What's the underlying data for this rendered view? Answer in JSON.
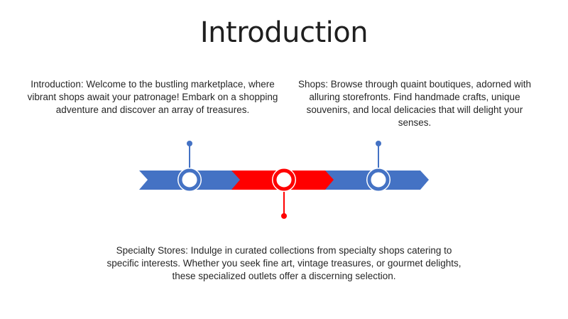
{
  "slide": {
    "title": "Introduction"
  },
  "timeline": {
    "colors": {
      "blue": "#4472c4",
      "red": "#ff0000",
      "white": "#ffffff"
    },
    "milestones": [
      {
        "text": "Introduction: Welcome to the bustling marketplace, where vibrant shops await your patronage! Embark on a shopping adventure and discover an array of treasures."
      },
      {
        "text": "Specialty Stores: Indulge in curated collections from specialty shops catering to specific interests. Whether you seek fine art, vintage treasures, or gourmet delights, these specialized outlets offer a discerning selection."
      },
      {
        "text": "Shops: Browse through quaint boutiques, adorned with alluring storefronts. Find handmade crafts, unique souvenirs, and local delicacies that will delight your senses."
      }
    ]
  }
}
